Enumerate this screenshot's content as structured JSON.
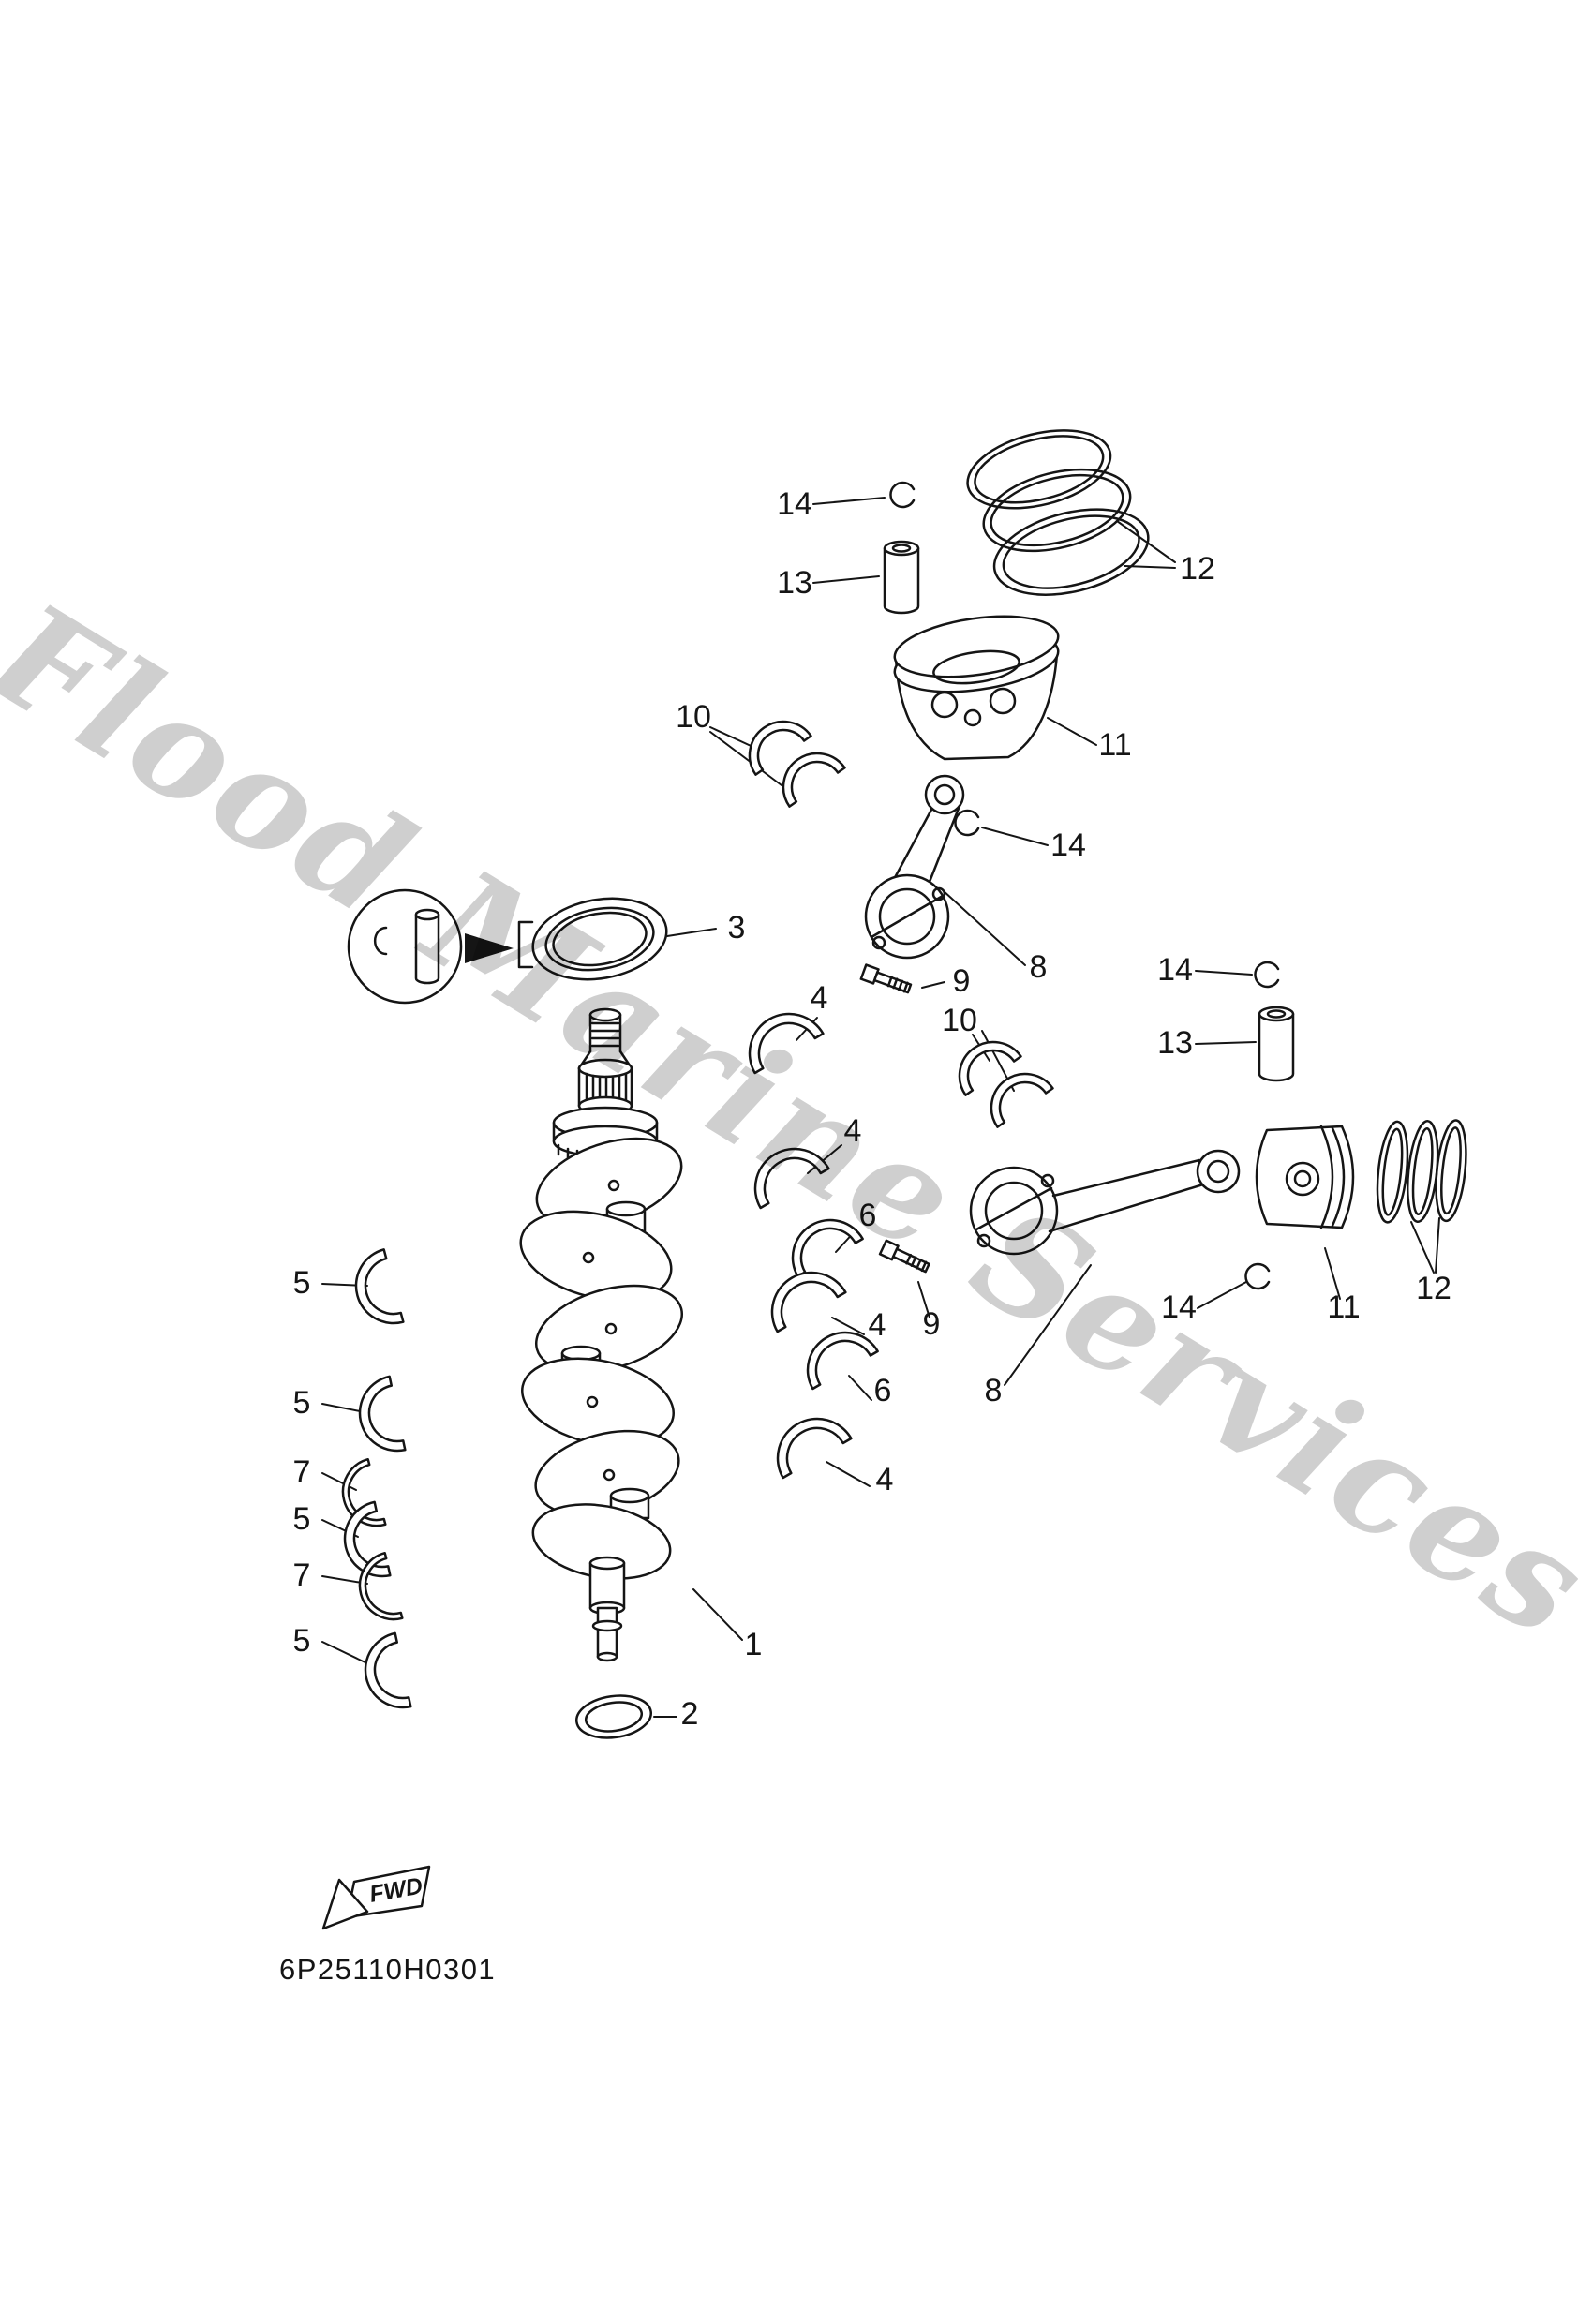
{
  "watermark": "Flood Marine Services",
  "drawing_code": "6P25110H0301",
  "fwd_label": "FWD",
  "callouts": [
    {
      "id": "top-circlip",
      "label": "14"
    },
    {
      "id": "top-piston-pin",
      "label": "13"
    },
    {
      "id": "top-ring-set",
      "label": "12"
    },
    {
      "id": "top-piston",
      "label": "11"
    },
    {
      "id": "top-bearing-pair",
      "label": "10"
    },
    {
      "id": "mid-circlip",
      "label": "14"
    },
    {
      "id": "top-conrod",
      "label": "8"
    },
    {
      "id": "top-bolt",
      "label": "9"
    },
    {
      "id": "seal-ring",
      "label": "3"
    },
    {
      "id": "main-bearing-a",
      "label": "4"
    },
    {
      "id": "right-circlip-upper",
      "label": "14"
    },
    {
      "id": "right-piston-pin",
      "label": "13"
    },
    {
      "id": "right-bearing-pair",
      "label": "10"
    },
    {
      "id": "main-bearing-b",
      "label": "4"
    },
    {
      "id": "thrust-bearing-a",
      "label": "6"
    },
    {
      "id": "left-bearing-a",
      "label": "5"
    },
    {
      "id": "main-bearing-c",
      "label": "4"
    },
    {
      "id": "thrust-bearing-b",
      "label": "6"
    },
    {
      "id": "left-bearing-b",
      "label": "5"
    },
    {
      "id": "left-clip-a",
      "label": "7"
    },
    {
      "id": "left-bearing-c",
      "label": "5"
    },
    {
      "id": "left-clip-b",
      "label": "7"
    },
    {
      "id": "left-bearing-d",
      "label": "5"
    },
    {
      "id": "main-bearing-d",
      "label": "4"
    },
    {
      "id": "right-piston",
      "label": "11"
    },
    {
      "id": "right-ring-set",
      "label": "12"
    },
    {
      "id": "right-circlip-lower",
      "label": "14"
    },
    {
      "id": "right-bolt",
      "label": "9"
    },
    {
      "id": "right-conrod",
      "label": "8"
    },
    {
      "id": "crankshaft",
      "label": "1"
    },
    {
      "id": "lower-ring",
      "label": "2"
    }
  ]
}
